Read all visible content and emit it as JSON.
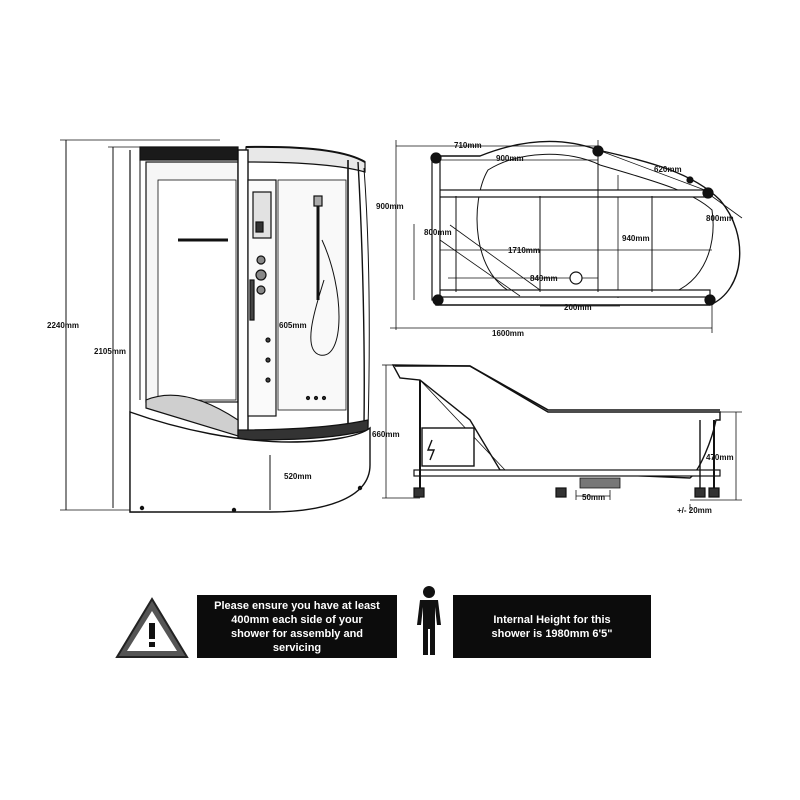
{
  "left_view": {
    "overall_height": "2240mm",
    "shower_height": "2105mm",
    "door_width": "605mm",
    "base_height": "520mm"
  },
  "top_view": {
    "d710": "710mm",
    "d900": "900mm",
    "d620": "620mm",
    "d900_side": "900mm",
    "d800_left": "800mm",
    "d800_right": "800mm",
    "d1710": "1710mm",
    "d940": "940mm",
    "d840": "840mm",
    "d200": "200mm",
    "d1600": "1600mm"
  },
  "side_view": {
    "d660": "660mm",
    "d470": "470mm",
    "d50": "50mm",
    "d_adjust": "+/- 20mm"
  },
  "notices": {
    "clearance": "Please ensure you have at least\n400mm each side of your\nshower for assembly and\nservicing",
    "internal_height": "Internal Height for this\nshower is 1980mm 6'5\""
  },
  "icons": [
    "warning-triangle-icon",
    "person-icon",
    "electric-hazard-icon"
  ],
  "colors": {
    "ink": "#111111",
    "notice_bg": "#0c0c0c",
    "notice_text": "#ffffff"
  }
}
